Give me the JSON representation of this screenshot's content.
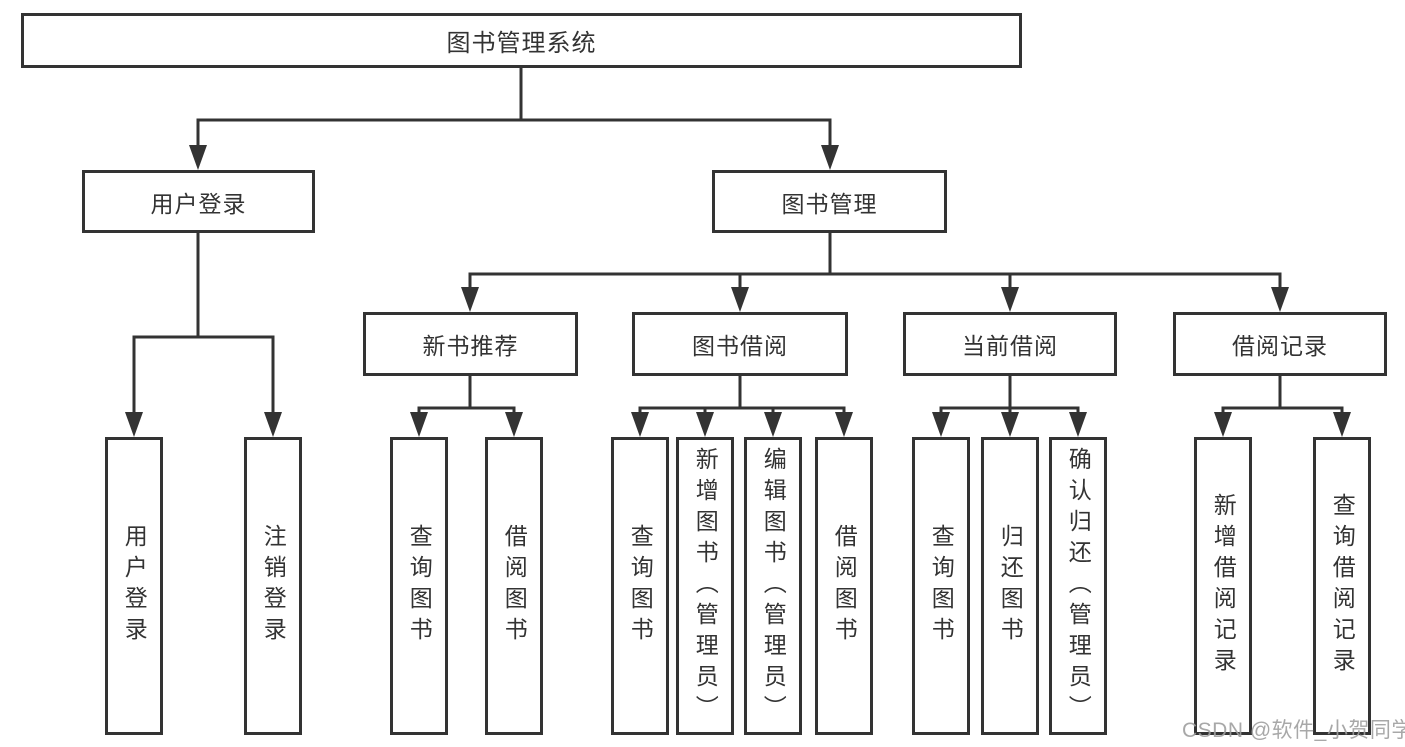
{
  "diagram": {
    "root": {
      "label": "图书管理系统"
    },
    "level2": [
      {
        "label": "用户登录"
      },
      {
        "label": "图书管理"
      }
    ],
    "level3": [
      {
        "label": "新书推荐"
      },
      {
        "label": "图书借阅"
      },
      {
        "label": "当前借阅"
      },
      {
        "label": "借阅记录"
      }
    ],
    "level4": {
      "user_login": [
        {
          "label": "用户登录"
        },
        {
          "label": "注销登录"
        }
      ],
      "new_book_recommend": [
        {
          "label": "查询图书"
        },
        {
          "label": "借阅图书"
        }
      ],
      "book_borrow": [
        {
          "label": "查询图书"
        },
        {
          "label": "新增图书（管理员）"
        },
        {
          "label": "编辑图书（管理员）"
        },
        {
          "label": "借阅图书"
        }
      ],
      "current_borrow": [
        {
          "label": "查询图书"
        },
        {
          "label": "归还图书"
        },
        {
          "label": "确认归还（管理员）"
        }
      ],
      "borrow_records": [
        {
          "label": "新增借阅记录"
        },
        {
          "label": "查询借阅记录"
        }
      ]
    }
  },
  "watermark": {
    "text": "CSDN @软件_小贺同学"
  },
  "colors": {
    "line": "#333333",
    "box_border": "#333333",
    "text": "#333333",
    "background": "#ffffff",
    "watermark": "#9e9e9e"
  }
}
